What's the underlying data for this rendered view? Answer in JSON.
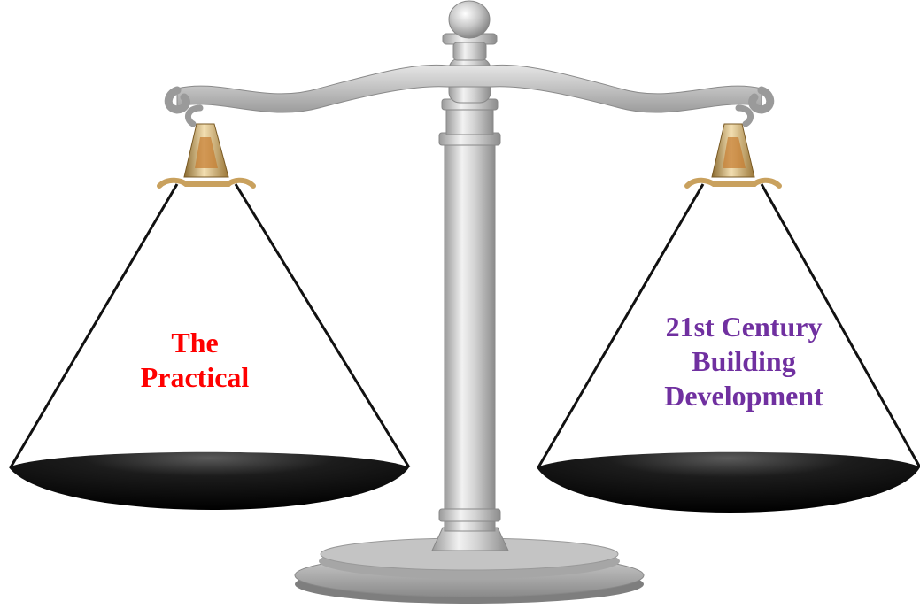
{
  "left_pan": {
    "lines": [
      "The",
      "Practical"
    ],
    "color": "#ff0000"
  },
  "right_pan": {
    "lines": [
      "21st Century",
      "Building",
      "Development"
    ],
    "color": "#7030a0"
  },
  "colors": {
    "metal_light": "#e4e4e4",
    "metal_mid": "#b4b4b4",
    "metal_dark": "#7a7a7a",
    "brass": "#c9a15e",
    "pan_dark": "#111111",
    "string": "#111111"
  }
}
